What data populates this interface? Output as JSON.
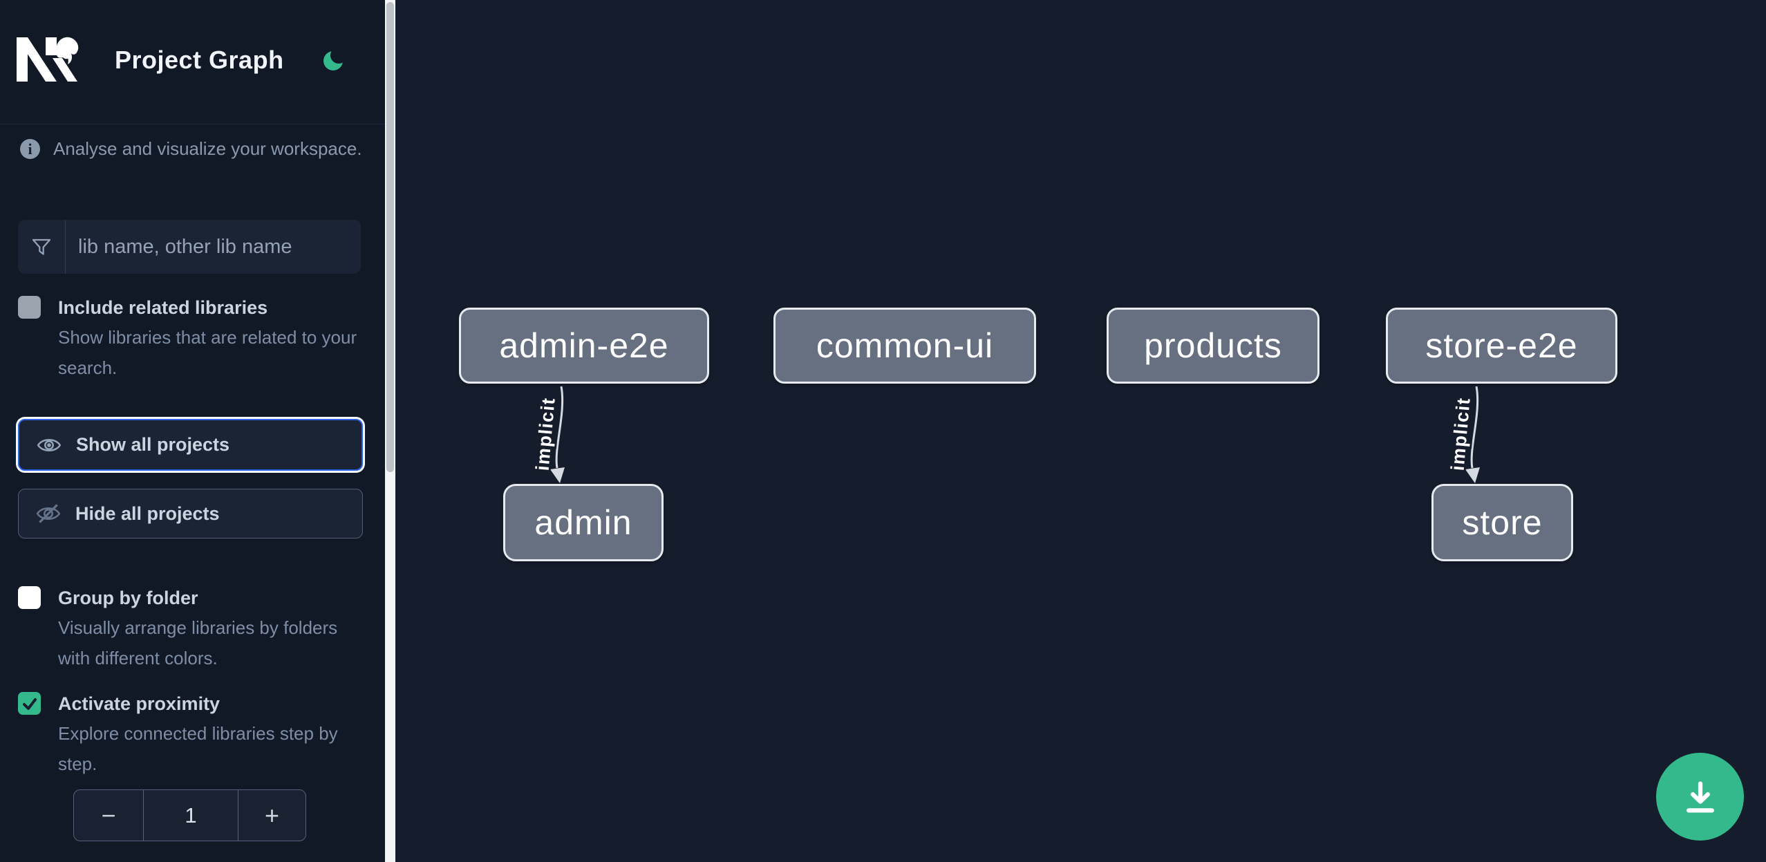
{
  "app": {
    "title": "Project Graph"
  },
  "intro": "Analyse and visualize your workspace.",
  "search": {
    "placeholder": "lib name, other lib name",
    "value": ""
  },
  "toggles": {
    "include_related": {
      "label": "Include related libraries",
      "description": "Show libraries that are related to your search.",
      "checked": false
    },
    "group_by_folder": {
      "label": "Group by folder",
      "description": "Visually arrange libraries by folders with different colors.",
      "checked": false
    },
    "activate_proximity": {
      "label": "Activate proximity",
      "description": "Explore connected libraries step by step.",
      "checked": true
    }
  },
  "actions": {
    "show_all": "Show all projects",
    "hide_all": "Hide all projects"
  },
  "proximity_stepper": {
    "decrement": "−",
    "value": "1",
    "increment": "+"
  },
  "graph": {
    "nodes": [
      {
        "id": "admin-e2e",
        "label": "admin-e2e"
      },
      {
        "id": "common-ui",
        "label": "common-ui"
      },
      {
        "id": "products",
        "label": "products"
      },
      {
        "id": "store-e2e",
        "label": "store-e2e"
      },
      {
        "id": "admin",
        "label": "admin"
      },
      {
        "id": "store",
        "label": "store"
      }
    ],
    "edges": [
      {
        "source": "admin-e2e",
        "target": "admin",
        "type": "implicit",
        "label": "implicit"
      },
      {
        "source": "store-e2e",
        "target": "store",
        "type": "implicit",
        "label": "implicit"
      }
    ]
  },
  "colors": {
    "accent_green": "#34b98c",
    "focus_blue": "#2b63e8",
    "node_fill": "#667081",
    "node_border": "#e7eaee",
    "sidebar_bg": "#111826",
    "canvas_bg": "#151c2b"
  }
}
